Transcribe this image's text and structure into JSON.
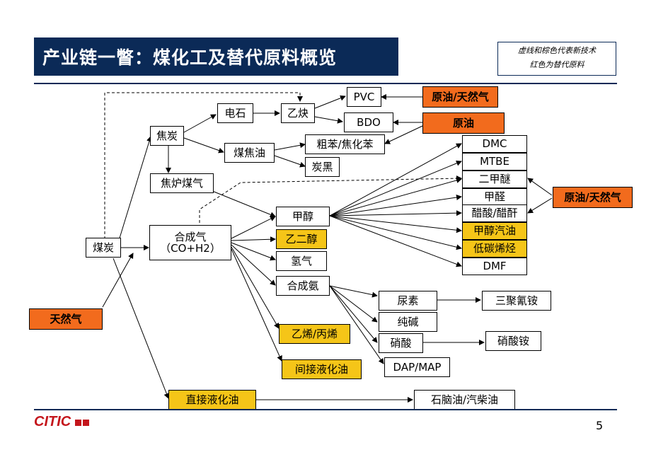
{
  "header": {
    "title": "产业链一瞥：煤化工及替代原料概览",
    "legend_line1": "虚线和棕色代表新技术",
    "legend_line2": "红色为替代原料"
  },
  "footer": {
    "logo_text": "CITIC",
    "page_number": "5"
  },
  "nodes": {
    "coal": "煤炭",
    "natural_gas_left": "天然气",
    "coke": "焦炭",
    "coke_oven_gas": "焦炉煤气",
    "syngas_line1": "合成气",
    "syngas_line2": "（CO+H2）",
    "direct_liquefaction": "直接液化油",
    "calcium_carbide": "电石",
    "coal_tar": "煤焦油",
    "acetylene": "乙炔",
    "pvc": "PVC",
    "bdo": "BDO",
    "crude_benzene": "粗苯/焦化苯",
    "carbon_black": "炭黑",
    "oil_gas_top": "原油/天然气",
    "crude_oil": "原油",
    "methanol": "甲醇",
    "ethylene_glycol": "乙二醇",
    "hydrogen": "氢气",
    "synthetic_ammonia": "合成氨",
    "ethylene_propylene": "乙烯/丙烯",
    "indirect_liquefaction": "间接液化油",
    "dmc": "DMC",
    "mtbe": "MTBE",
    "dme": "二甲醚",
    "formaldehyde": "甲醛",
    "acetic": "醋酸/醋酐",
    "methanol_gasoline": "甲醇汽油",
    "low_carbon_olefins": "低碳烯烃",
    "dmf": "DMF",
    "oil_gas_right": "原油/天然气",
    "urea": "尿素",
    "melamine": "三聚氰铵",
    "soda_ash": "纯碱",
    "nitric_acid": "硝酸",
    "ammonium_nitrate": "硝酸铵",
    "dap_map": "DAP/MAP",
    "naphtha_diesel": "石脑油/汽柴油"
  },
  "colors": {
    "title_bg": "#0b2a57",
    "alt_feedstock": "#f26b1d",
    "new_tech": "#f5c518",
    "logo_red": "#c4161c"
  }
}
